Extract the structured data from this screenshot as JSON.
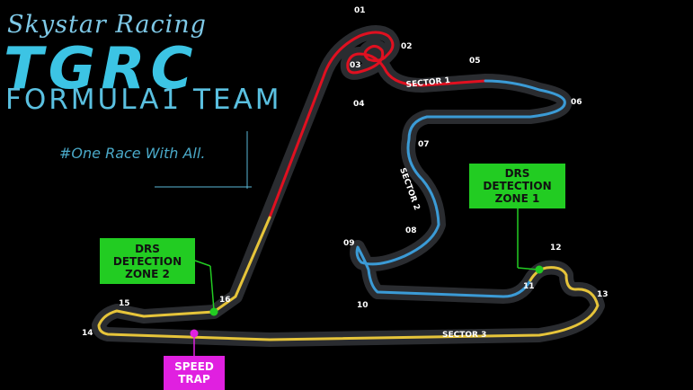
{
  "branding": {
    "script_title": "Skystar Racing",
    "logo": "TGRC",
    "team": "FORMULA1 TEAM",
    "tagline": "#One Race With All."
  },
  "colors": {
    "sector_1": "#e01020",
    "sector_2": "#3b9bd6",
    "sector_3": "#e6c43a",
    "drs_box": "#22cc22",
    "speed_trap": "#e020e0"
  },
  "sectors": [
    "SECTOR 1",
    "SECTOR 2",
    "SECTOR 3"
  ],
  "turns": [
    "01",
    "02",
    "03",
    "04",
    "05",
    "06",
    "07",
    "08",
    "09",
    "10",
    "11",
    "12",
    "13",
    "14",
    "15",
    "16"
  ],
  "drs_zone_1": {
    "line1": "DRS",
    "line2": "DETECTION",
    "line3": "ZONE 1"
  },
  "drs_zone_2": {
    "line1": "DRS",
    "line2": "DETECTION",
    "line3": "ZONE 2"
  },
  "speed_trap": {
    "line1": "SPEED",
    "line2": "TRAP"
  }
}
